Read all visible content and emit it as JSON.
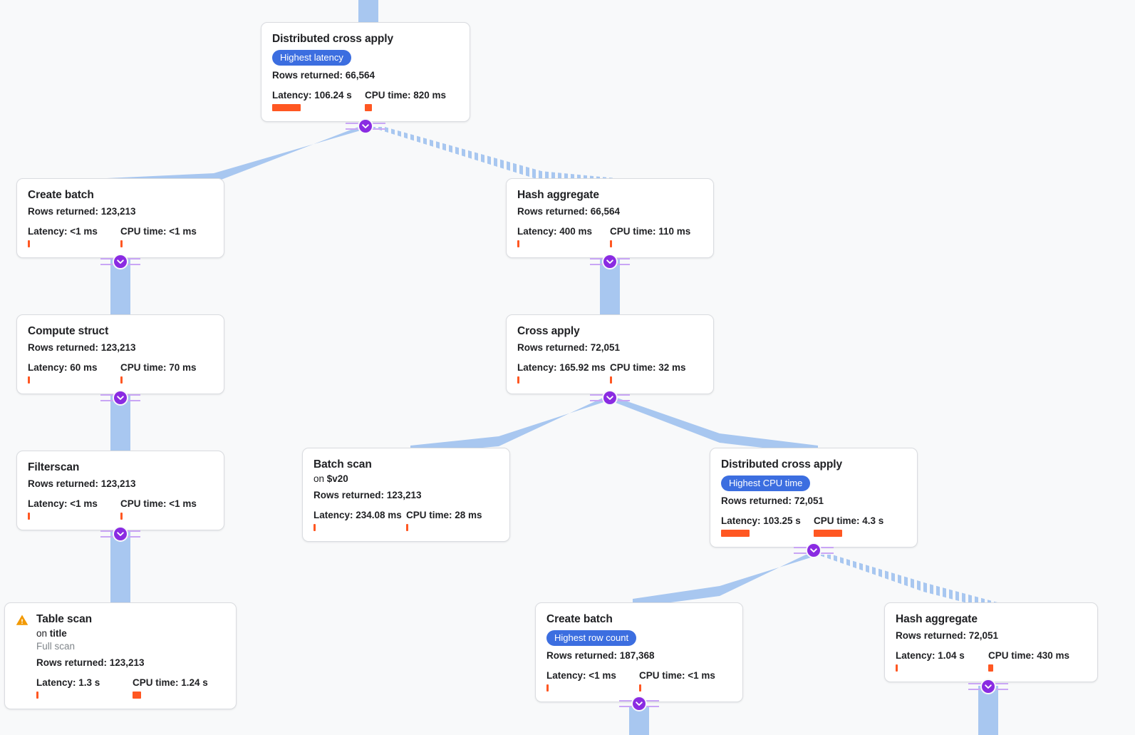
{
  "canvas": {
    "background": "#f8f9fa",
    "edge_color": "#a8c7f0",
    "handle_color": "#8a2be2",
    "handle_rail_color": "#c9a6f5",
    "bar_color": "#ff5722",
    "badge_color": "#3c6ee0",
    "warning_color": "#f29900"
  },
  "labels": {
    "rows_prefix": "Rows returned: ",
    "latency_prefix": "Latency: ",
    "cpu_prefix": "CPU time: ",
    "on_prefix": "on "
  },
  "nodes": [
    {
      "id": "distributed-cross-apply-root",
      "title": "Distributed cross apply",
      "badge": "Highest latency",
      "rows": "Rows returned: 66,564",
      "latency": "Latency: 106.24 s",
      "cpu": "CPU time: 820 ms",
      "latency_bar": 40,
      "cpu_bar": 10
    },
    {
      "id": "create-batch-left",
      "title": "Create batch",
      "rows": "Rows returned: 123,213",
      "latency": "Latency: <1 ms",
      "cpu": "CPU time: <1 ms",
      "latency_bar": 3,
      "cpu_bar": 3
    },
    {
      "id": "hash-aggregate-mid",
      "title": "Hash aggregate",
      "rows": "Rows returned: 66,564",
      "latency": "Latency: 400 ms",
      "cpu": "CPU time: 110 ms",
      "latency_bar": 3,
      "cpu_bar": 3
    },
    {
      "id": "compute-struct",
      "title": "Compute struct",
      "rows": "Rows returned: 123,213",
      "latency": "Latency: 60 ms",
      "cpu": "CPU time: 70 ms",
      "latency_bar": 3,
      "cpu_bar": 3
    },
    {
      "id": "cross-apply",
      "title": "Cross apply",
      "rows": "Rows returned: 72,051",
      "latency": "Latency: 165.92 ms",
      "cpu": "CPU time: 32 ms",
      "latency_bar": 3,
      "cpu_bar": 3
    },
    {
      "id": "filterscan",
      "title": "Filterscan",
      "rows": "Rows returned: 123,213",
      "latency": "Latency: <1 ms",
      "cpu": "CPU time: <1 ms",
      "latency_bar": 3,
      "cpu_bar": 3
    },
    {
      "id": "batch-scan",
      "title": "Batch scan",
      "subject": "$v20",
      "rows": "Rows returned: 123,213",
      "latency": "Latency: 234.08 ms",
      "cpu": "CPU time: 28 ms",
      "latency_bar": 3,
      "cpu_bar": 3
    },
    {
      "id": "distributed-cross-apply-cpu",
      "title": "Distributed cross apply",
      "badge": "Highest CPU time",
      "rows": "Rows returned: 72,051",
      "latency": "Latency: 103.25 s",
      "cpu": "CPU time: 4.3 s",
      "latency_bar": 40,
      "cpu_bar": 40
    },
    {
      "id": "table-scan",
      "title": "Table scan",
      "subject": "title",
      "scan_type": "Full scan",
      "warning": true,
      "rows": "Rows returned: 123,213",
      "latency": "Latency: 1.3 s",
      "cpu": "CPU time: 1.24 s",
      "latency_bar": 3,
      "cpu_bar": 12
    },
    {
      "id": "create-batch-rowcount",
      "title": "Create batch",
      "badge": "Highest row count",
      "rows": "Rows returned: 187,368",
      "latency": "Latency: <1 ms",
      "cpu": "CPU time: <1 ms",
      "latency_bar": 3,
      "cpu_bar": 3
    },
    {
      "id": "hash-aggregate-bottom",
      "title": "Hash aggregate",
      "rows": "Rows returned: 72,051",
      "latency": "Latency: 1.04 s",
      "cpu": "CPU time: 430 ms",
      "latency_bar": 3,
      "cpu_bar": 7
    }
  ]
}
